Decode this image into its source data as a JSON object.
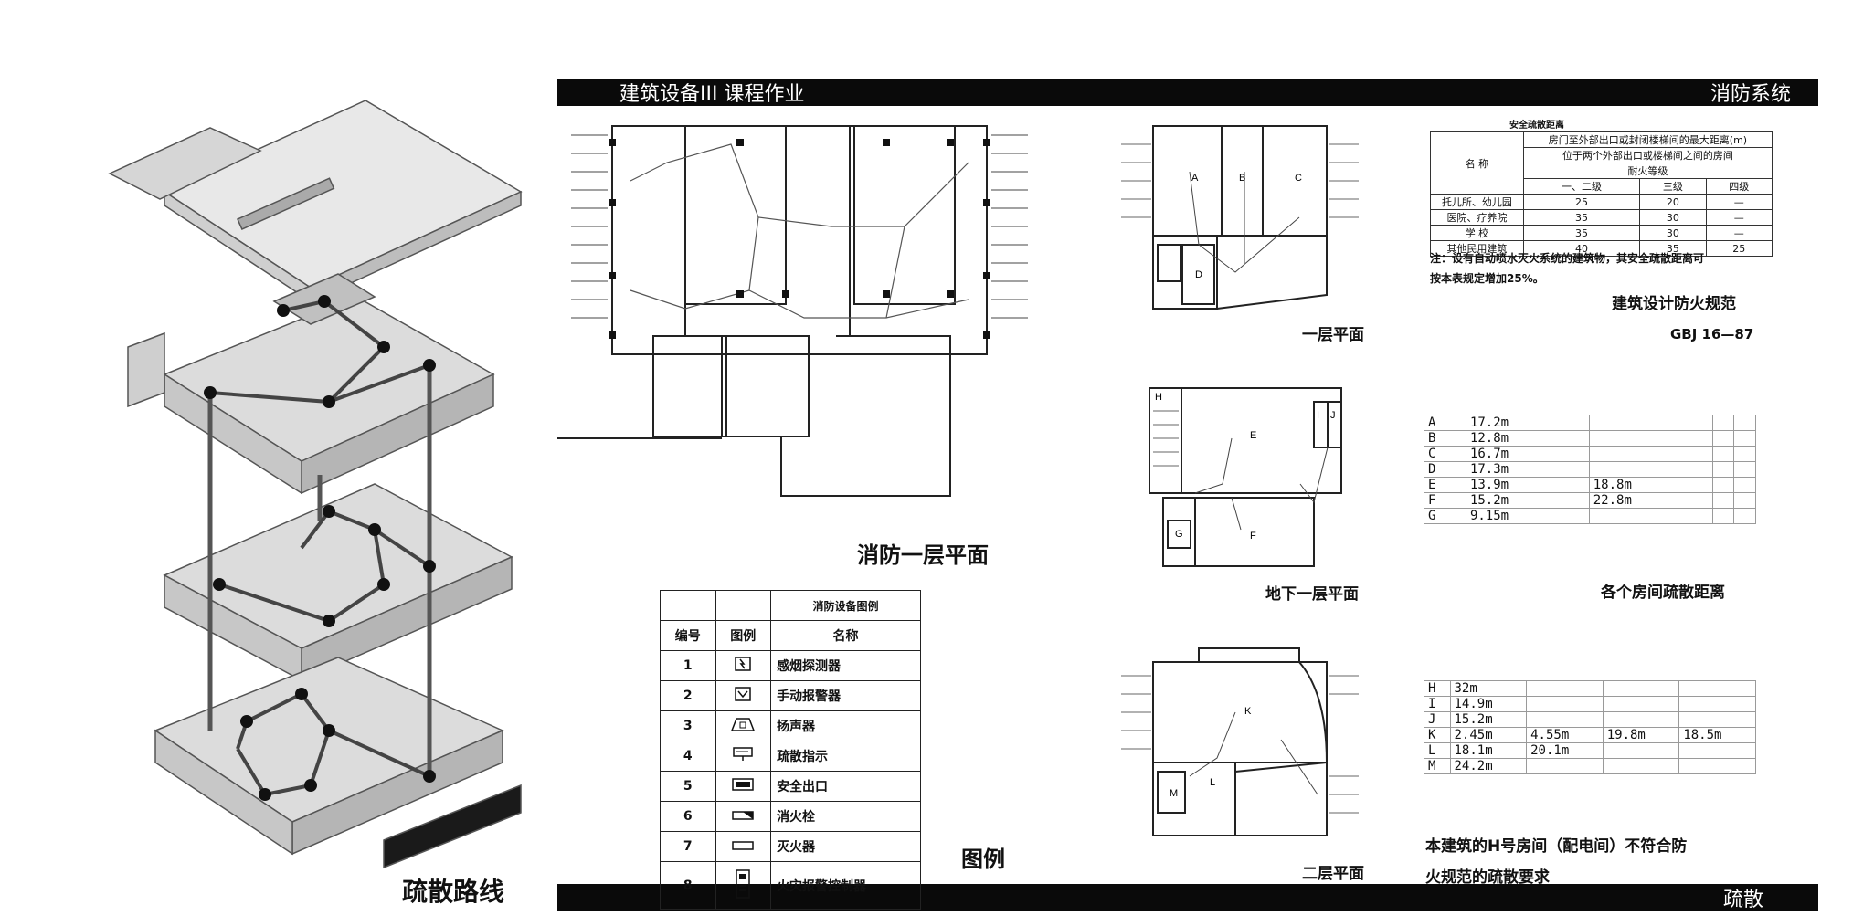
{
  "header": {
    "course": "建筑设备III  课程作业",
    "topic": "消防系统"
  },
  "footer": {
    "label": "疏散"
  },
  "exploded_axon": {
    "caption": "疏散路线"
  },
  "fire_plan": {
    "caption": "消防一层平面"
  },
  "legend": {
    "caption": "图例",
    "title": "消防设备图例",
    "headers": [
      "编号",
      "图例",
      "名称"
    ],
    "items": [
      {
        "no": "1",
        "name": "感烟探测器",
        "icon": "smoke-detector-icon"
      },
      {
        "no": "2",
        "name": "手动报警器",
        "icon": "manual-alarm-icon"
      },
      {
        "no": "3",
        "name": "扬声器",
        "icon": "speaker-icon"
      },
      {
        "no": "4",
        "name": "疏散指示",
        "icon": "evacuation-sign-icon"
      },
      {
        "no": "5",
        "name": "安全出口",
        "icon": "exit-sign-icon"
      },
      {
        "no": "6",
        "name": "消火栓",
        "icon": "hydrant-icon"
      },
      {
        "no": "7",
        "name": "灭火器",
        "icon": "extinguisher-icon"
      },
      {
        "no": "8",
        "name": "火灾报警控制器",
        "icon": "alarm-controller-icon"
      }
    ]
  },
  "plans": {
    "first": {
      "caption": "一层平面",
      "rooms": [
        "A",
        "B",
        "C",
        "D"
      ]
    },
    "basement": {
      "caption": "地下一层平面",
      "rooms": [
        "H",
        "I",
        "J",
        "E",
        "F",
        "G"
      ]
    },
    "second": {
      "caption": "二层平面",
      "rooms": [
        "K",
        "L",
        "M"
      ]
    }
  },
  "code": {
    "title": "安全疏散距离",
    "name_header": "名  称",
    "main_header": "房门至外部出口或封闭楼梯间的最大距离(m)",
    "sub_header": "位于两个外部出口或楼梯间之间的房间",
    "rating_header": "耐火等级",
    "levels": [
      "一、二级",
      "三级",
      "四级"
    ],
    "rows": [
      {
        "name": "托儿所、幼儿园",
        "v": [
          "25",
          "20",
          "—"
        ]
      },
      {
        "name": "医院、疗养院",
        "v": [
          "35",
          "30",
          "—"
        ]
      },
      {
        "name": "学  校",
        "v": [
          "35",
          "30",
          "—"
        ]
      },
      {
        "name": "其他民用建筑",
        "v": [
          "40",
          "35",
          "25"
        ]
      }
    ],
    "note_1": "注：设有自动喷水灭火系统的建筑物，其安全疏散距离可",
    "note_2": "按本表规定增加25%。",
    "standard_title": "建筑设计防火规范",
    "standard_code": "GBJ 16—87"
  },
  "distances_1": {
    "caption": "各个房间疏散距离",
    "rows": [
      [
        "A",
        "17.2m",
        "",
        "",
        ""
      ],
      [
        "B",
        "12.8m",
        "",
        "",
        ""
      ],
      [
        "C",
        "16.7m",
        "",
        "",
        ""
      ],
      [
        "D",
        "17.3m",
        "",
        "",
        ""
      ],
      [
        "E",
        "13.9m",
        "18.8m",
        "",
        ""
      ],
      [
        "F",
        "15.2m",
        "22.8m",
        "",
        ""
      ],
      [
        "G",
        "9.15m",
        "",
        "",
        ""
      ]
    ]
  },
  "distances_2": {
    "rows": [
      [
        "H",
        "32m",
        "",
        "",
        ""
      ],
      [
        "I",
        "14.9m",
        "",
        "",
        ""
      ],
      [
        "J",
        "15.2m",
        "",
        "",
        ""
      ],
      [
        "K",
        "2.45m",
        "4.55m",
        "19.8m",
        "18.5m"
      ],
      [
        "L",
        "18.1m",
        "20.1m",
        "",
        ""
      ],
      [
        "M",
        "24.2m",
        "",
        "",
        ""
      ]
    ]
  },
  "conclusion": {
    "line_1": "本建筑的H号房间（配电间）不符合防",
    "line_2": "火规范的疏散要求"
  }
}
